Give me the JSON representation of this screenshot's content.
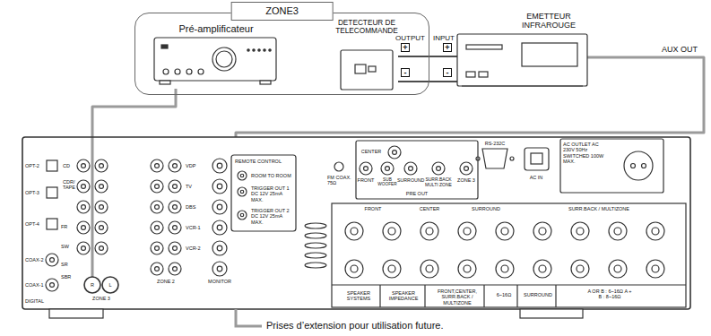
{
  "diagram": {
    "caption": "Prises d’extension pour utilisation future.",
    "nodes": [
      {
        "text": [
          "ZONE3"
        ]
      },
      {
        "text": [
          "Pré-amplificateur"
        ],
        "in": 0
      },
      {
        "text": [
          "DETECTEUR DE TELECOMMANDE"
        ],
        "in": 0
      },
      {
        "text": [
          "EMETTEUR INFRAROUGE"
        ]
      },
      {
        "text": [
          "OPT-2",
          "OPT-3",
          "OPT-4",
          "COAX-2",
          "COAX-1",
          "DIGITAL",
          "CD",
          "CDR/ TAPE",
          "FR",
          "SW",
          "SR",
          "SBR",
          "R",
          "L",
          "ZONE 3",
          "VDP",
          "TV",
          "DBS",
          "VCR-1",
          "VCR-2",
          "ZONE 2",
          "MONITOR",
          "REMOTE CONTROL",
          "ROOM TO ROOM",
          "TRIGGER OUT 1 DC 12V 25mA MAX.",
          "TRIGGER OUT 2 DC 12V 25mA MAX.",
          "FM COAX. 75Ω",
          "CENTER",
          "FRONT",
          "SUB WOOFER",
          "SURROUND",
          "SURR.BACK MULTI ZONE",
          "ZONE 3",
          "PRE OUT",
          "RS-232C",
          "AC IN",
          "AC OUTLET AC 230V 50Hz SWITCHED 100W MAX.",
          "FRONT",
          "CENTER",
          "SURROUND",
          "SURR.BACK / MULTIZONE",
          "SPEAKER SYSTEMS",
          "SPEAKER IMPEDANCE",
          "FRONT,CENTER, SURR.BACK / MULTIZONE",
          "6~16Ω",
          "SURROUND",
          "A OR B : 6~16Ω A + B : 8~16Ω"
        ]
      }
    ],
    "edges": [
      {
        "from": 1,
        "to": 4,
        "arrow": "none"
      },
      {
        "from": 2,
        "to": 3,
        "arrow": "none"
      },
      {
        "from": 2,
        "to": 3,
        "arrow": "none"
      },
      {
        "from": 3,
        "to": 4,
        "arrow": "none"
      }
    ],
    "labels": [
      "OUTPUT",
      "INPUT",
      "+",
      "+",
      "-",
      "-",
      "AUX OUT"
    ]
  }
}
